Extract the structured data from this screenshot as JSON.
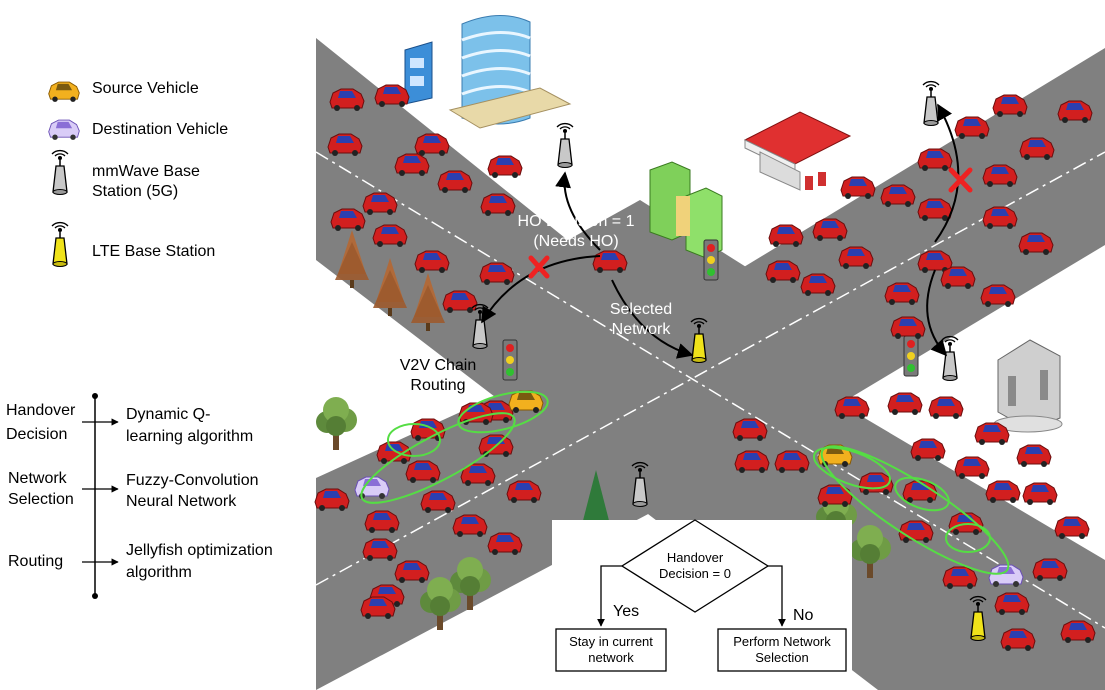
{
  "legend": {
    "source_vehicle": "Source Vehicle",
    "destination_vehicle": "Destination Vehicle",
    "mmwave_base_station_line1": "mmWave Base",
    "mmwave_base_station_line2": "Station (5G)",
    "lte_base_station": "LTE Base Station"
  },
  "tasks": {
    "handover_line1": "Handover",
    "handover_line2": "Decision",
    "network_selection_line1": "Network",
    "network_selection_line2": "Selection",
    "routing": "Routing"
  },
  "methods": {
    "dynamic_q_line1": "Dynamic Q-",
    "dynamic_q_line2": "learning algorithm",
    "fuzzy_line1": "Fuzzy-Convolution",
    "fuzzy_line2": "Neural Network",
    "jellyfish_line1": "Jellyfish optimization",
    "jellyfish_line2": "algorithm"
  },
  "scene": {
    "ho_decision_line1": "HO Decision = 1",
    "ho_decision_line2": "(Needs HO)",
    "selected_network_line1": "Selected",
    "selected_network_line2": "Network",
    "v2v_line1": "V2V Chain",
    "v2v_line2": "Routing"
  },
  "flowchart": {
    "decision_line1": "Handover",
    "decision_line2": "Decision = 0",
    "yes": "Yes",
    "no": "No",
    "stay_line1": "Stay in current",
    "stay_line2": "network",
    "perform_line1": "Perform Network",
    "perform_line2": "Selection"
  },
  "colors": {
    "road": "#808080",
    "car_red": "#d21f1f",
    "car_window": "#2b3fb0",
    "source_car": "#f2b01e",
    "destination_car": "#a98be0",
    "lte_station": "#f0e31a",
    "mmwave_station": "#c8c8c8",
    "failure_mark": "#ee2222",
    "chain_ellipse": "#55dd44",
    "tree_green": "#5e8a3c",
    "tree_brown": "#b06a3a"
  }
}
